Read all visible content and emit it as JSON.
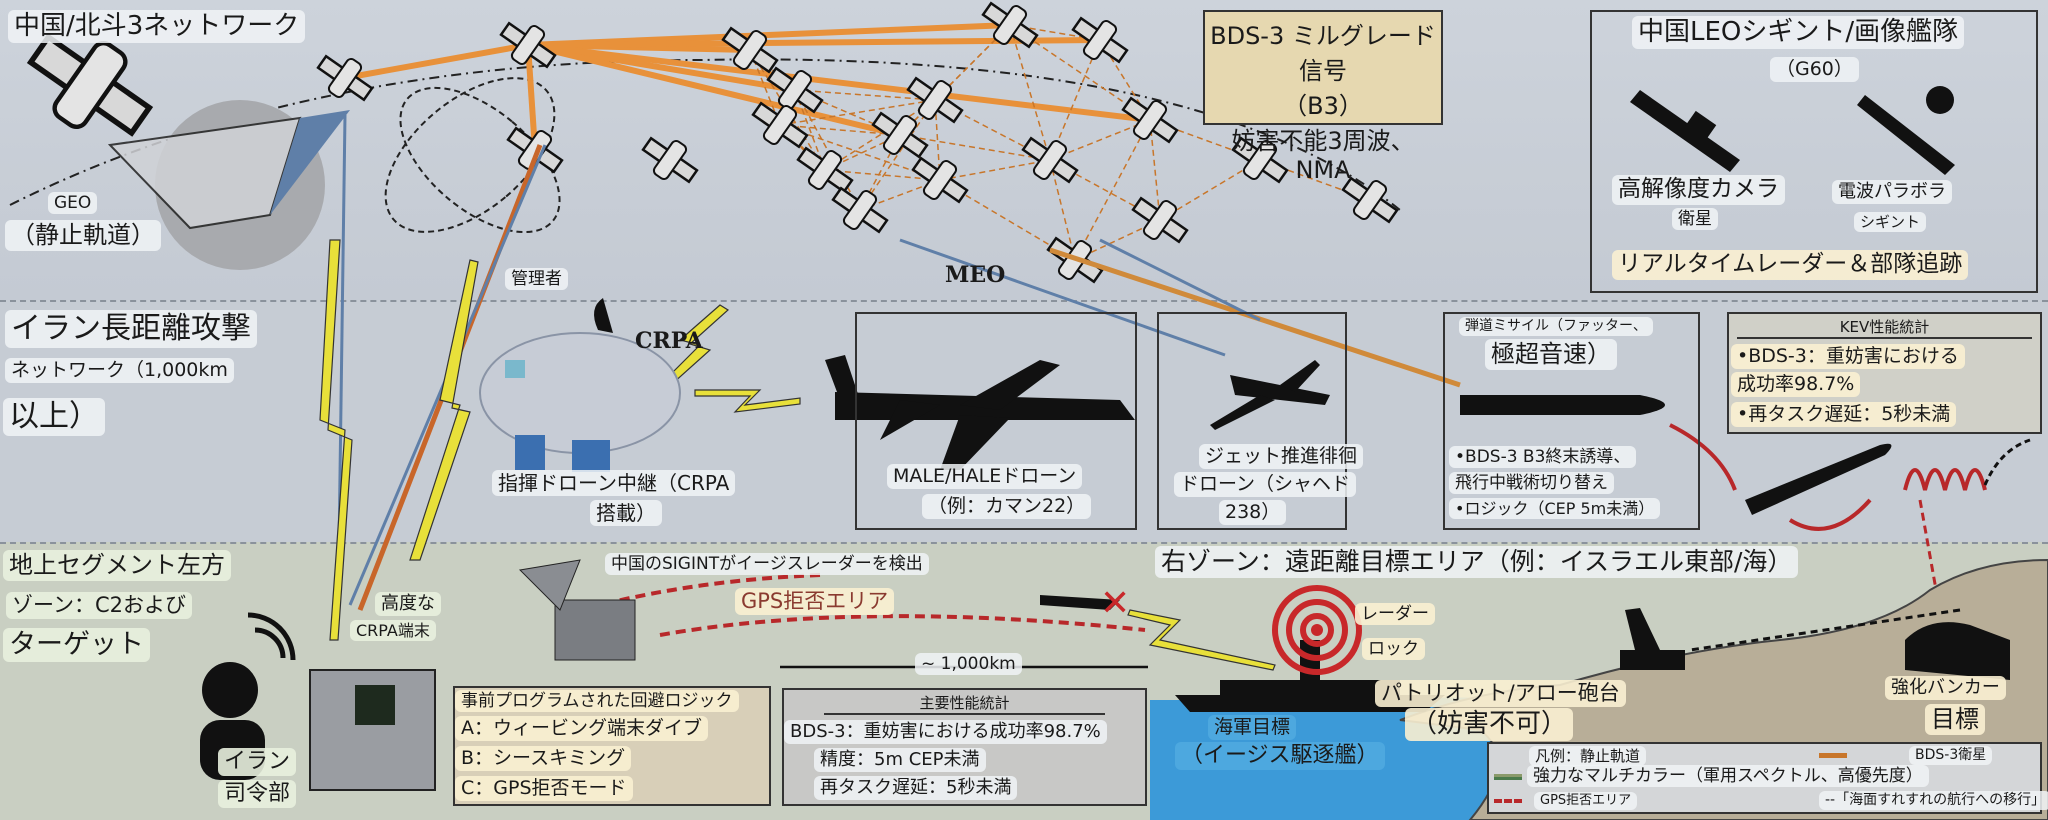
{
  "top_zone": {
    "title": "中国/北斗3ネットワーク",
    "geo_label": "GEO",
    "geo_sub": "（静止軌道）",
    "manager_label": "管理者",
    "meo_label": "MEO",
    "b3_box": {
      "title": "BDS-3 ミルグレード信号",
      "sub": "（B3）",
      "desc": "妨害不能3周波、NMA"
    },
    "leo_box": {
      "title": "中国LEOシギント/画像艦隊",
      "sub": "（G60）",
      "sat1_label": "高解像度カメラ",
      "sat1_sub": "衛星",
      "sat2_label": "電波パラボラ",
      "sat2_sub": "シギント",
      "footer": "リアルタイムレーダー＆部隊追跡"
    }
  },
  "mid_zone": {
    "title": "イラン長距離攻撃",
    "line2": "ネットワーク（1,000km",
    "line3": "以上）",
    "crpa_label": "CRPA",
    "relay_label": "指揮ドローン中継（CRPA",
    "relay_label2": "搭載）",
    "male": {
      "label": "MALE/HALEドローン",
      "sub": "（例：カマン22）"
    },
    "jet": {
      "label": "ジェット推進徘徊",
      "label2": "ドローン（シャヘド",
      "label3": "238）"
    },
    "missile": {
      "title_small": "弾道ミサイル（ファッター、",
      "title": "極超音速）",
      "bullets": [
        "•BDS-3 B3終末誘導、",
        "飛行中戦術切り替え",
        "•ロジック（CEP 5m未満）"
      ]
    },
    "kev": {
      "title": "KEV性能統計",
      "lines": [
        "•BDS-3：重妨害における",
        "成功率98.7%",
        "•再タスク遅延：5秒未満"
      ]
    }
  },
  "bot_zone": {
    "title": "地上セグメント左方",
    "line2": "ゾーン：C2および",
    "line3": "ターゲット",
    "crpa_terminal": "高度な",
    "crpa_terminal2": "CRPA端末",
    "hq": "イラン",
    "hq2": "司令部",
    "sigint_note": "中国のSIGINTがイージスレーダーを検出",
    "gps_denied": "GPS拒否エリア",
    "distance": "~ 1,000km",
    "evasion": {
      "title": "事前プログラムされた回避ロジック",
      "items": [
        "A：ウィービング端末ダイブ",
        "B：シースキミング",
        "C：GPS拒否モード"
      ]
    },
    "key_stats": {
      "title": "主要性能統計",
      "lines": [
        "BDS-3：重妨害における成功率98.7%",
        "精度：5m CEP未満",
        "再タスク遅延：5秒未満"
      ]
    },
    "right_title": "右ゾーン：遠距離目標エリア（例：イスラエル東部/海）",
    "radar": "レーダー",
    "radar2": "ロック",
    "naval": "海軍目標",
    "naval2": "（イージス駆逐艦）",
    "patriot": "パトリオット/アロー砲台",
    "patriot2": "（妨害不可）",
    "bunker": "強化バンカー",
    "bunker2": "目標",
    "legend": {
      "geo": "凡例：静止軌道",
      "bds": "BDS-3衛星",
      "multi": "強力なマルチカラー（軍用スペクトル、高優先度）",
      "gps": "GPS拒否エリア",
      "seaskim": "--「海面すれすれの航行への移行」"
    }
  },
  "colors": {
    "orange": "#e8913a",
    "red": "#b8282a",
    "yellow": "#e8e03a",
    "sea": "#3c9ad8",
    "land": "#b8ae98"
  }
}
